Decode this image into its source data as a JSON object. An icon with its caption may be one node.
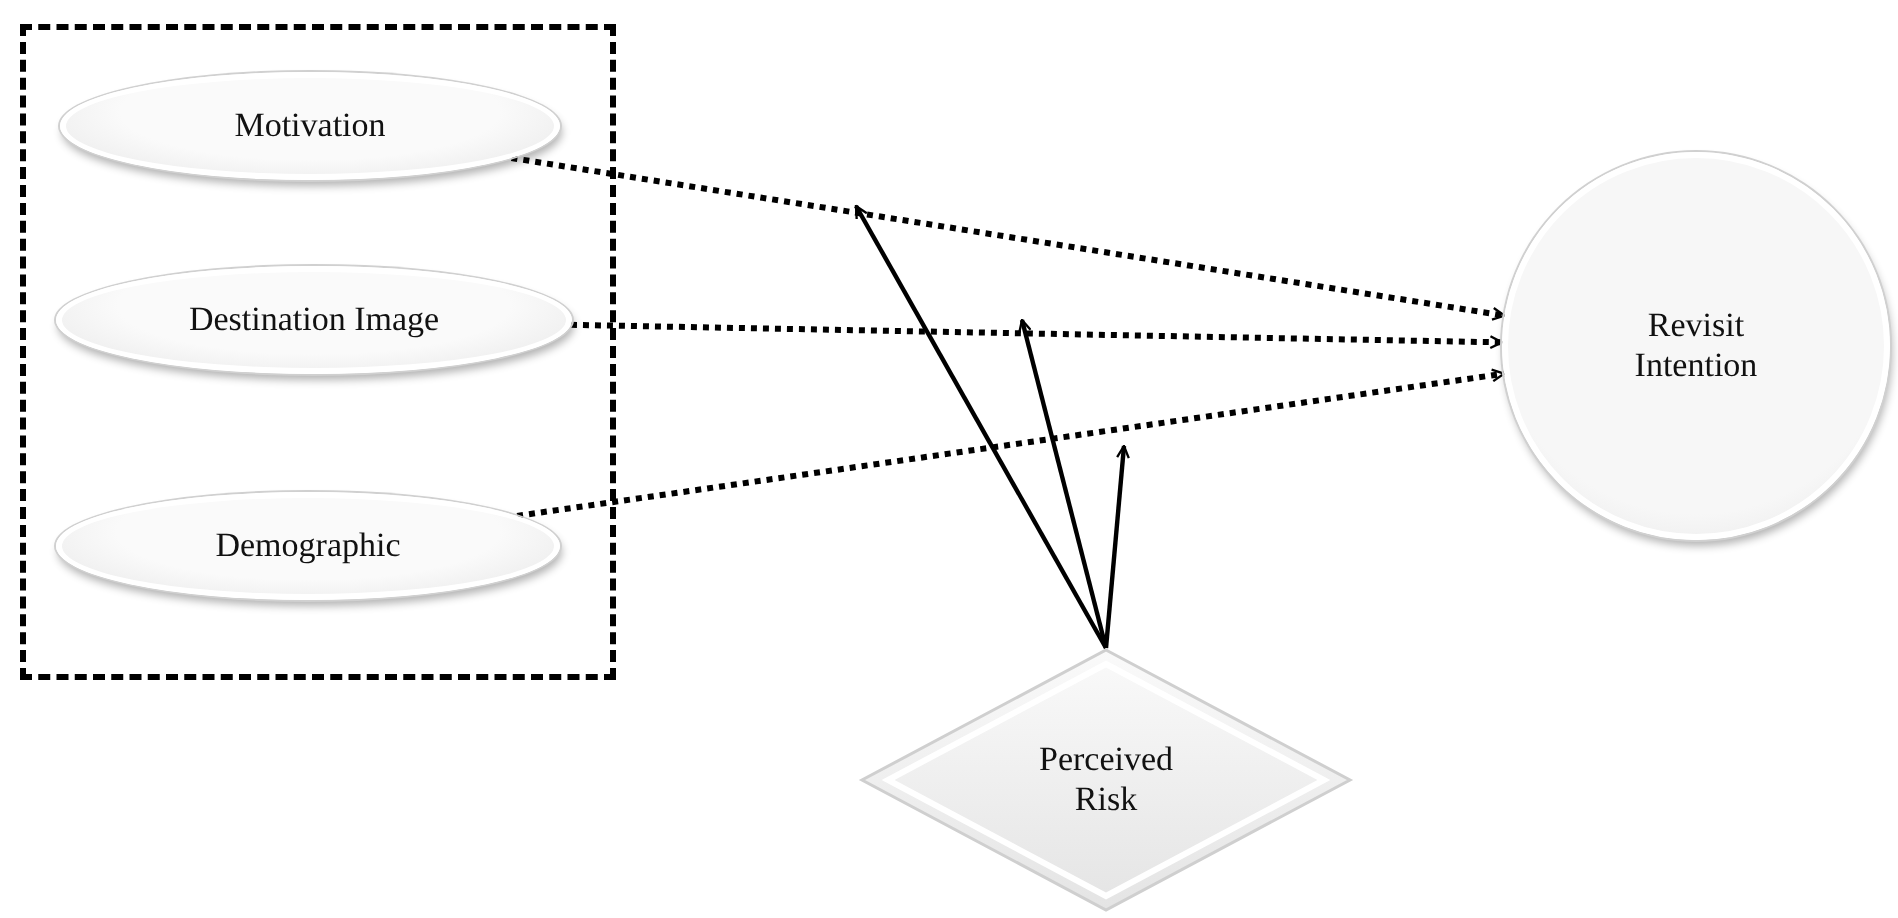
{
  "diagram": {
    "nodes": [
      {
        "text": [],
        "shape": "box"
      },
      {
        "text": [
          "Motivation"
        ],
        "in": 0
      },
      {
        "text": [
          "Destination Image"
        ],
        "in": 0
      },
      {
        "text": [
          "Demographic"
        ],
        "in": 0
      },
      {
        "text": [
          "Revisit Intention"
        ]
      },
      {
        "text": [
          "Perceived Risk"
        ]
      }
    ],
    "edges": [
      {
        "from": 1,
        "to": 4,
        "arrow": "to",
        "style": "dashed"
      },
      {
        "from": 2,
        "to": 4,
        "arrow": "to",
        "style": "dashed"
      },
      {
        "from": 3,
        "to": 4,
        "arrow": "to",
        "style": "dashed"
      },
      {
        "from": 5,
        "to": null,
        "arrow": "to"
      },
      {
        "from": 5,
        "to": null,
        "arrow": "to"
      },
      {
        "from": 5,
        "to": null,
        "arrow": "to"
      }
    ]
  }
}
